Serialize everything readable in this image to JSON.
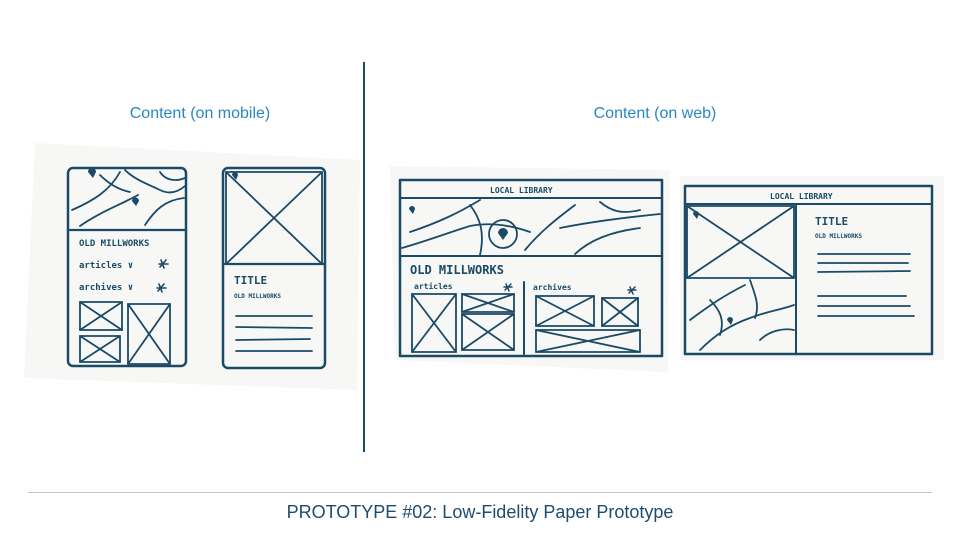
{
  "headings": {
    "mobile": "Content (on mobile)",
    "web": "Content (on web)"
  },
  "caption": "PROTOTYPE #02: Low-Fidelity Paper Prototype",
  "sketch_text": {
    "mobile_site_title": "OLD MILLWORKS",
    "mobile_articles": "articles ∨",
    "mobile_archives": "archives ∨",
    "mobile_detail_title": "TITLE",
    "mobile_detail_subtitle": "OLD MILLWORKS",
    "web_header": "LOCAL LIBRARY",
    "web_site_title": "OLD MILLWORKS",
    "web_articles": "articles",
    "web_archives": "archives",
    "web_detail_header": "LOCAL LIBRARY",
    "web_detail_title": "TITLE",
    "web_detail_subtitle": "OLD MILLWORKS"
  },
  "colors": {
    "heading": "#2b86c5",
    "ink": "#1a4a66",
    "caption": "#1f4b6e",
    "paper": "#f7f7f5"
  },
  "icons": [
    "map-pin-icon",
    "star-icon",
    "image-placeholder-icon"
  ]
}
